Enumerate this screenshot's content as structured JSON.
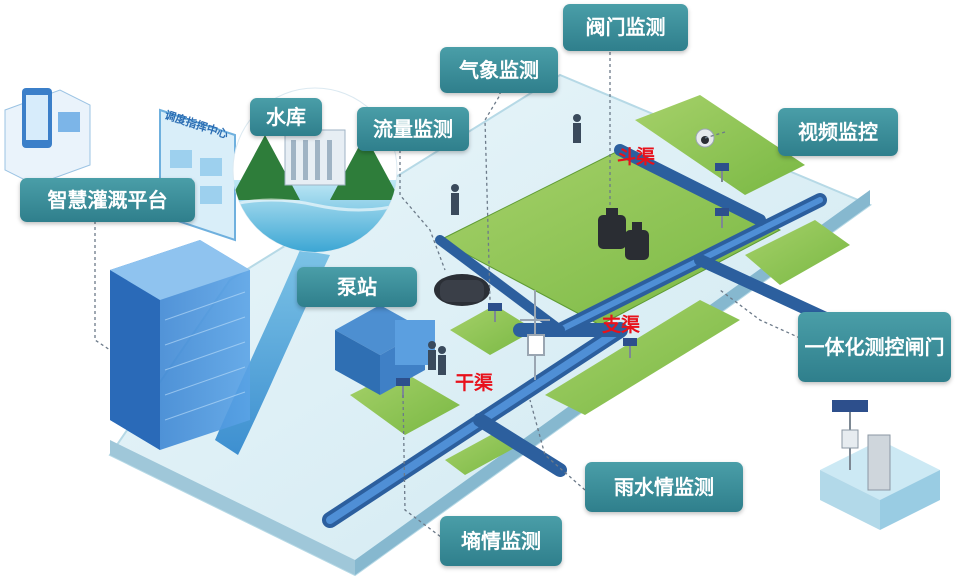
{
  "labels": {
    "platform": "智慧灌溉平台",
    "reservoir": "水库",
    "flow": "流量监测",
    "weather": "气象监测",
    "valve": "阀门监测",
    "video": "视频监控",
    "pump": "泵站",
    "gate": "一体化测控闸门",
    "rain": "雨水情监测",
    "soil": "墒情监测"
  },
  "building_sign": "调度指挥中心",
  "canals": {
    "main": "干渠",
    "branch": "支渠",
    "lateral": "斗渠"
  },
  "colors": {
    "label_bg": "#3a8f9b",
    "canal_text": "#e8111b",
    "water": "#2f6fb3",
    "field": "#8bc34a",
    "platform_top": "#dff0f6"
  }
}
